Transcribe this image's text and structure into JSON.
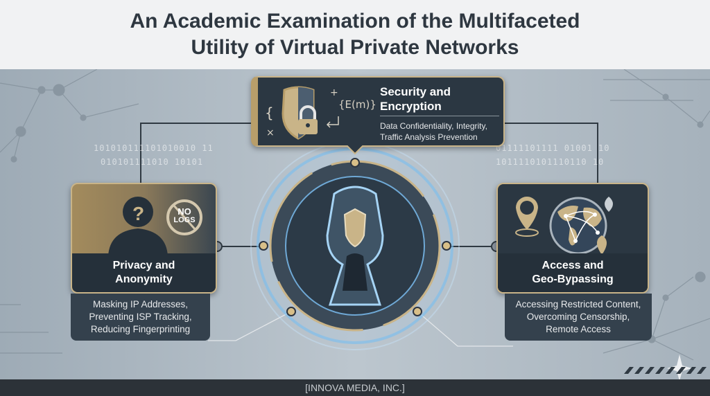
{
  "title": {
    "line1": "An Academic Examination of the Multifaceted",
    "line2": "Utility of Virtual Private Networks"
  },
  "colors": {
    "gold": "#c9b488",
    "card": "#2b3742",
    "background": "#b0bcc6",
    "title_text": "#2e3740"
  },
  "top_card": {
    "icon": "shield-lock-icon",
    "formula": "{E(m)}",
    "title_line1": "Security and",
    "title_line2": "Encryption",
    "desc_line1": "Data Confidentiality, Integrity,",
    "desc_line2": "Traffic Analysis Prevention"
  },
  "left_card": {
    "icon": "anonymous-person-icon",
    "badge_line1": "NO",
    "badge_line2": "LOGS",
    "title_line1": "Privacy and",
    "title_line2": "Anonymity",
    "desc": [
      "Masking IP Addresses,",
      "Preventing ISP Tracking,",
      "Reducing Fingerprinting"
    ]
  },
  "right_card": {
    "icon": "globe-network-icon",
    "title_line1": "Access and",
    "title_line2": "Geo-Bypassing",
    "desc": [
      "Accessing Restricted Content,",
      "Overcoming Censorship,",
      "Remote Access"
    ]
  },
  "center": {
    "icon": "keyhole-shield-icon"
  },
  "binary": {
    "left1": "101010111101010010 11",
    "left2": "010101111010 10101",
    "right1": "01111101111 01001 10",
    "right2": "1011110101110110 10"
  },
  "footer": "[INNOVA MEDIA, INC.]"
}
